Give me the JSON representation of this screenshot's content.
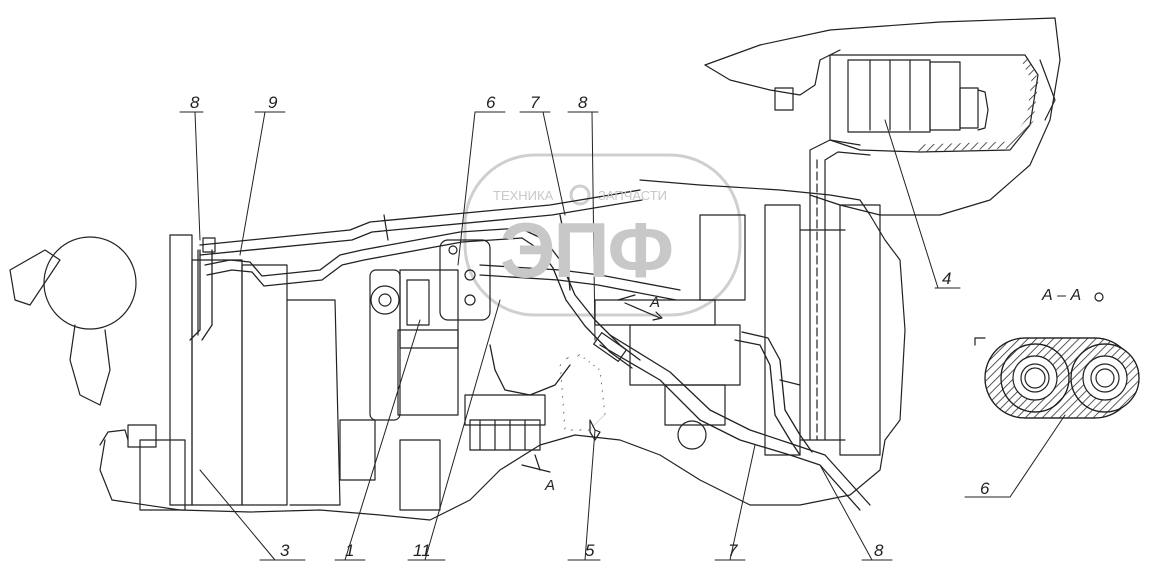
{
  "watermark": {
    "line1_left": "ТЕХНИКА",
    "line1_right": "ЗАПЧАСТИ",
    "logo": "ЭПФ"
  },
  "section_label": "А – А",
  "cut_labels": [
    "А",
    "А"
  ],
  "callouts": {
    "c1": "8",
    "c2": "9",
    "c3": "6",
    "c4": "7",
    "c5": "8",
    "c6": "4",
    "c7": "6",
    "c8": "3",
    "c9": "1",
    "c10": "11",
    "c11": "5",
    "c12": "7",
    "c13": "8"
  },
  "colors": {
    "line": "#222222",
    "hatch": "#333333",
    "watermark": "#c8c8c8"
  }
}
